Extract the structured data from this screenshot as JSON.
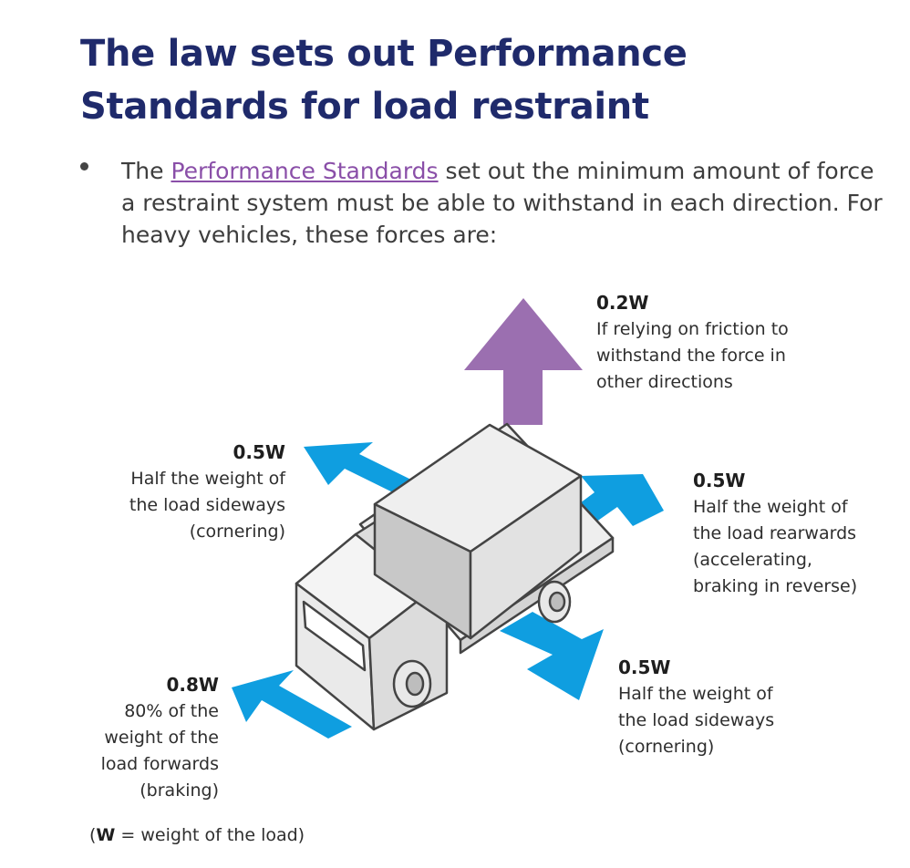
{
  "title": "The law sets out Performance Standards for load restraint",
  "bullet": {
    "prefix": "The ",
    "link_text": "Performance Standards",
    "suffix": " set out the minimum amount of force a restraint system must be able to withstand in each direction. For heavy vehicles, these forces are:"
  },
  "forces": {
    "up": {
      "value": "0.2W",
      "lines": [
        "If relying on friction to",
        "withstand the force in",
        "other directions"
      ]
    },
    "left_side": {
      "value": "0.5W",
      "lines": [
        "Half the weight of",
        "the load sideways",
        "(cornering)"
      ]
    },
    "rear": {
      "value": "0.5W",
      "lines": [
        "Half the weight of",
        "the load rearwards",
        "(accelerating,",
        "braking in reverse)"
      ]
    },
    "right_side": {
      "value": "0.5W",
      "lines": [
        "Half the weight of",
        "the load sideways",
        "(cornering)"
      ]
    },
    "forward": {
      "value": "0.8W",
      "lines": [
        "80% of the",
        "weight of the",
        "load forwards",
        "(braking)"
      ]
    }
  },
  "footnote": {
    "symbol": "W",
    "text": " = weight of the load)",
    "open": "("
  },
  "colors": {
    "blue_arrow": "#0f9ee0",
    "purple_arrow": "#9b6fb0",
    "title": "#1f2a6b"
  }
}
